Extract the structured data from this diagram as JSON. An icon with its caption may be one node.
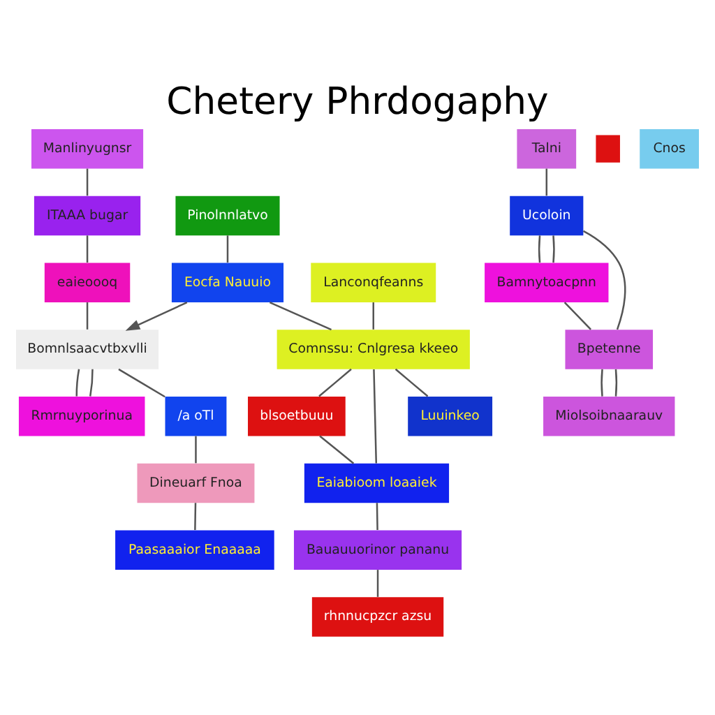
{
  "diagram": {
    "title": "Chetery Phrdogaphy",
    "nodes": [
      {
        "text": [
          "Manlinyugnsr"
        ]
      },
      {
        "text": [
          "Pinolnnlatvo"
        ]
      },
      {
        "text": [
          "Talni"
        ]
      },
      {
        "text": [
          "Lanconqfeanns"
        ]
      },
      {
        "text": [
          "ITAAA bugar"
        ]
      },
      {
        "text": [
          "Ucoloin"
        ]
      },
      {
        "text": [
          "Eocfa Nauuio"
        ]
      },
      {
        "text": [
          "eaieoooq"
        ]
      },
      {
        "text": [
          "Comnssu: Cnlgresa kkeeo"
        ]
      },
      {
        "text": [
          "Bamnytoacpnn"
        ]
      },
      {
        "text": [
          "Bomnlsaacvtbxvlli"
        ]
      },
      {
        "text": [
          "Bpetenne"
        ]
      },
      {
        "text": [
          "blsoetbuuu"
        ]
      },
      {
        "text": [
          "Rmrnuyporinua"
        ]
      },
      {
        "text": [
          "Eaiabioom loaaiek"
        ]
      },
      {
        "text": [
          "Luuinkeo"
        ]
      },
      {
        "text": [
          "Miolsoibnaarauv"
        ]
      },
      {
        "text": [
          "/a oTl"
        ]
      },
      {
        "text": [
          "Bauauuorinor pananu"
        ]
      },
      {
        "text": [],
        "shape": "box"
      },
      {
        "text": [
          "Cnos"
        ]
      },
      {
        "text": [
          "Dineuarf Fnoa"
        ]
      },
      {
        "text": [
          "rhnnucpzcr azsu"
        ]
      },
      {
        "text": [
          "Paasaaaior Enaaaaa"
        ]
      }
    ],
    "edges": [
      {
        "from": 0,
        "to": 4,
        "arrow": "none"
      },
      {
        "from": 4,
        "to": 7,
        "arrow": "none"
      },
      {
        "from": 1,
        "to": 6,
        "arrow": "none"
      },
      {
        "from": 2,
        "to": 5,
        "arrow": "none"
      },
      {
        "from": 3,
        "to": 8,
        "arrow": "none"
      },
      {
        "from": 5,
        "to": 11,
        "arrow": "none"
      },
      {
        "from": 5,
        "to": 9,
        "arrow": "none"
      },
      {
        "from": 5,
        "to": 9,
        "arrow": "none"
      },
      {
        "from": 9,
        "to": 11,
        "arrow": "none"
      },
      {
        "from": 6,
        "to": 10,
        "arrow": "to"
      },
      {
        "from": 6,
        "to": 8,
        "arrow": "none"
      },
      {
        "from": 7,
        "to": 10,
        "arrow": "none"
      },
      {
        "from": 10,
        "to": 13,
        "arrow": "none"
      },
      {
        "from": 10,
        "to": 13,
        "arrow": "none"
      },
      {
        "from": 10,
        "to": 17,
        "arrow": "none"
      },
      {
        "from": 8,
        "to": 12,
        "arrow": "none"
      },
      {
        "from": 8,
        "to": 14,
        "arrow": "none"
      },
      {
        "from": 8,
        "to": 15,
        "arrow": "none"
      },
      {
        "from": 12,
        "to": 14,
        "arrow": "none"
      },
      {
        "from": 11,
        "to": 16,
        "arrow": "none"
      },
      {
        "from": 11,
        "to": 16,
        "arrow": "none"
      },
      {
        "from": 14,
        "to": 18,
        "arrow": "none"
      },
      {
        "from": 18,
        "to": 22,
        "arrow": "none"
      },
      {
        "from": 17,
        "to": 21,
        "arrow": "none"
      },
      {
        "from": 21,
        "to": 23,
        "arrow": "none"
      }
    ]
  }
}
